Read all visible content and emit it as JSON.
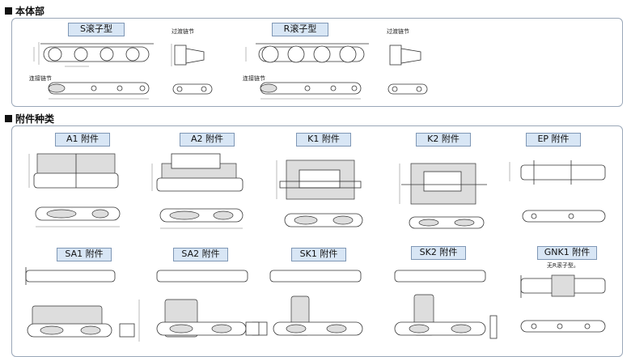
{
  "sections": {
    "body_title": "本体部",
    "attach_title": "附件种类"
  },
  "body_panel": {
    "s_roller_label": "S滚子型",
    "r_roller_label": "R滚子型",
    "offset_link_1": "过渡链节",
    "offset_link_2": "过渡链节",
    "connecting_link_1": "连接链节",
    "connecting_link_2": "连接链节"
  },
  "attachments": {
    "row1": [
      "A1 附件",
      "A2 附件",
      "K1 附件",
      "K2 附件",
      "EP 附件"
    ],
    "row2": [
      "SA1 附件",
      "SA2 附件",
      "SK1 附件",
      "SK2 附件",
      "GNK1 附件"
    ],
    "gnk1_note": "无R滚子型。"
  }
}
